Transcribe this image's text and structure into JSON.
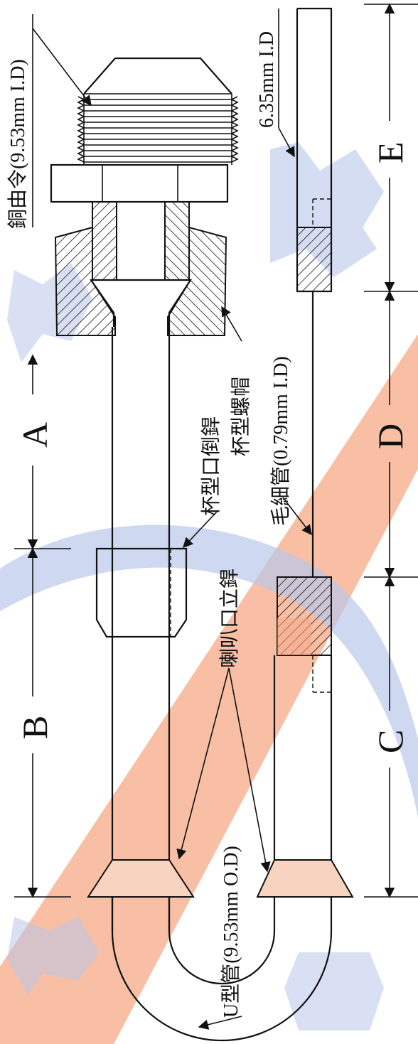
{
  "labels": {
    "copper_union": "銅由令(9.53mm I.D)",
    "cup_flare_fitting": "杯型口倒銲",
    "cup_nut": "杯型螺帽",
    "flare_vertical_fitting": "喇叭口立銲",
    "u_tube": "U型管(9.53mm O.D)",
    "capillary": "毛細管(0.79mm I.D)",
    "small_tube": "6.35mm I.D"
  },
  "dimensions": {
    "a": "A",
    "b": "B",
    "c": "C",
    "d": "D",
    "e": "E"
  },
  "colors": {
    "line": "#111111",
    "watermark_orange": "#f6a987",
    "watermark_blue": "#b9c7ea",
    "flare_fill": "#f7d3c0"
  }
}
